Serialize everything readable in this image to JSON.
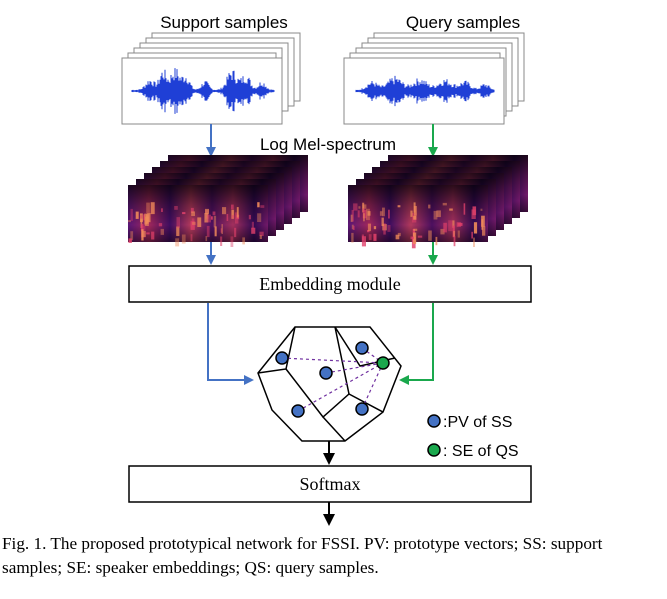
{
  "diagram": {
    "support_title": "Support samples",
    "query_title": "Query samples",
    "spectrum_label": "Log Mel-spectrum",
    "embedding_label": "Embedding module",
    "softmax_label": "Softmax",
    "legend": [
      {
        "text": ":PV of SS",
        "color": "#4472c4"
      },
      {
        "text": ": SE of QS",
        "color": "#1aa84d"
      }
    ],
    "colors": {
      "support_arrow": "#4472c4",
      "query_arrow": "#1aa84d",
      "waveform": "#1f3fd6",
      "prototype_fill": "#4472c4",
      "query_point_fill": "#1aa84d",
      "distance_line": "#7030a0"
    }
  },
  "caption": "Fig. 1. The proposed prototypical network for FSSI. PV: prototype vectors; SS: support samples; SE: speaker embeddings; QS: query samples."
}
